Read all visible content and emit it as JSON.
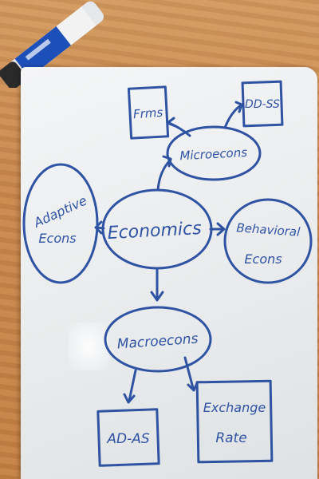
{
  "diagram": {
    "nodes": {
      "firms": "Frms",
      "dd_ss": "DD-SS",
      "microecons": "Microecons",
      "adaptive_line1": "Adaptive",
      "adaptive_line2": "Econs",
      "economics": "Economics",
      "behavioral_line1": "Behavioral",
      "behavioral_line2": "Econs",
      "macroecons": "Macroecons",
      "ad_as": "AD-AS",
      "exchange_line1": "Exchange",
      "exchange_line2": "Rate"
    }
  },
  "colors": {
    "ink": "#2f53a3",
    "marker_body": "#1d4fb8",
    "board": "#eef0f1",
    "wood": "#c9874d"
  }
}
